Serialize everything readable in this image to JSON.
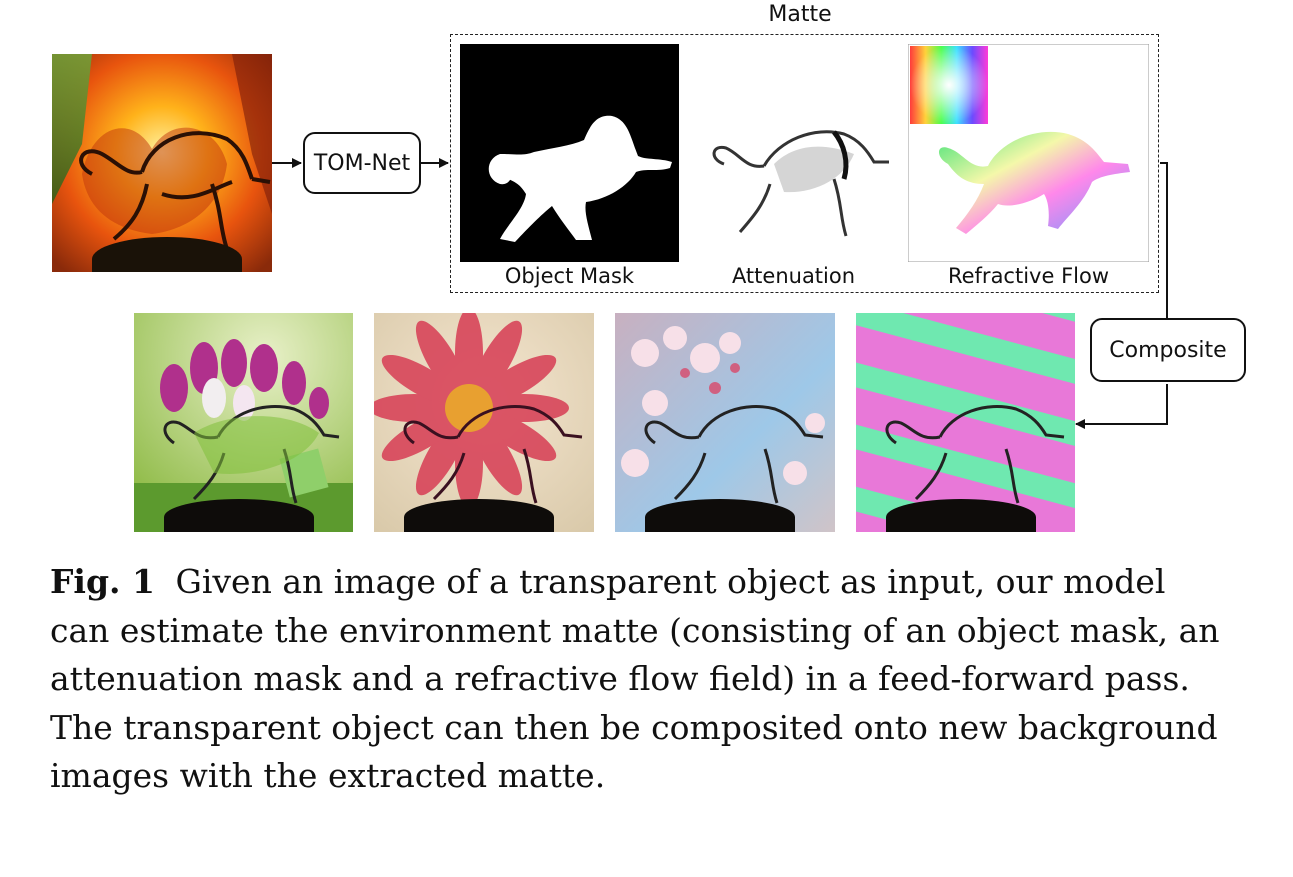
{
  "figure": {
    "matte_title": "Matte",
    "network_label": "TOM-Net",
    "composite_label": "Composite",
    "outputs": [
      {
        "label": "Object Mask"
      },
      {
        "label": "Attenuation"
      },
      {
        "label": "Refractive Flow"
      }
    ]
  },
  "caption": {
    "fig_label": "Fig. 1",
    "text": "Given an image of a transparent object as input, our model can estimate the environment matte (consisting of an object mask, an attenuation mask and a refractive flow field) in a feed-forward pass. The transparent object can then be composited onto new background images with the extracted matte."
  },
  "colors": {
    "line": "#111111",
    "mask_bg": "#000000",
    "mask_fg": "#ffffff"
  }
}
